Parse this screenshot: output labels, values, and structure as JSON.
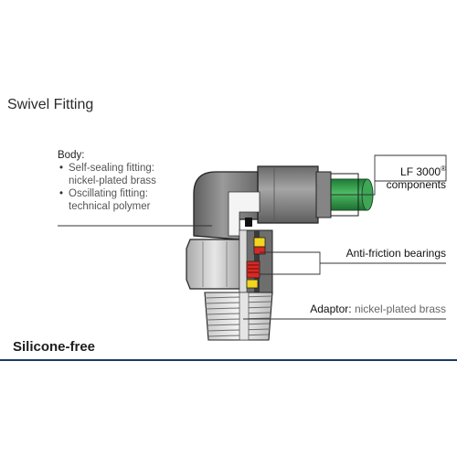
{
  "title": "Swivel Fitting",
  "body": {
    "heading": "Body:",
    "items": [
      {
        "line1": "Self-sealing fitting:",
        "line2": "nickel-plated brass"
      },
      {
        "line1": "Oscillating fitting:",
        "line2": "technical polymer"
      }
    ]
  },
  "labels": {
    "components_line1": "LF 3000",
    "components_sup": "®",
    "components_line2": "components",
    "bearings": "Anti-friction bearings",
    "adaptor_head": "Adaptor:",
    "adaptor_sub": "nickel-plated brass"
  },
  "footer": "Silicone-free",
  "colors": {
    "tube_green": "#2f9a48",
    "bearing_red": "#d62a24",
    "bearing_yellow": "#f2d51c",
    "body_gray": "#7b7b7b",
    "rule_navy": "#1b3a66"
  }
}
